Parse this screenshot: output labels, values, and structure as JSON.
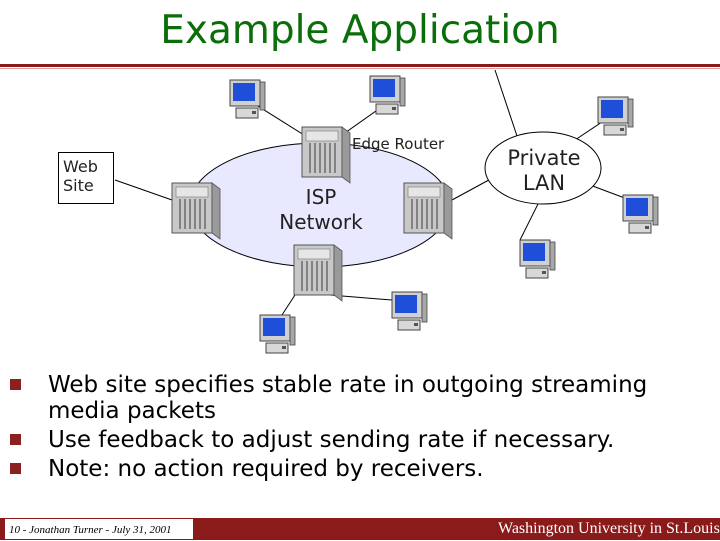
{
  "slide": {
    "title": "Example Application",
    "labels": {
      "web_site": "Web Site",
      "edge_router": "Edge Router",
      "isp_network": "ISP Network",
      "private_lan": "Private LAN"
    },
    "bullets": [
      "Web site specifies stable rate in outgoing streaming media packets",
      "Use feedback to adjust sending rate if necessary.",
      "Note: no action required by receivers."
    ],
    "footer": {
      "left_text": "10 - Jonathan Turner - July 31, 2001",
      "logo_text": "Washington University in St.Louis"
    }
  },
  "colors": {
    "title": "#0a6e0a",
    "accent": "#8b1a1a",
    "network_fill": "#e8e8ff"
  }
}
